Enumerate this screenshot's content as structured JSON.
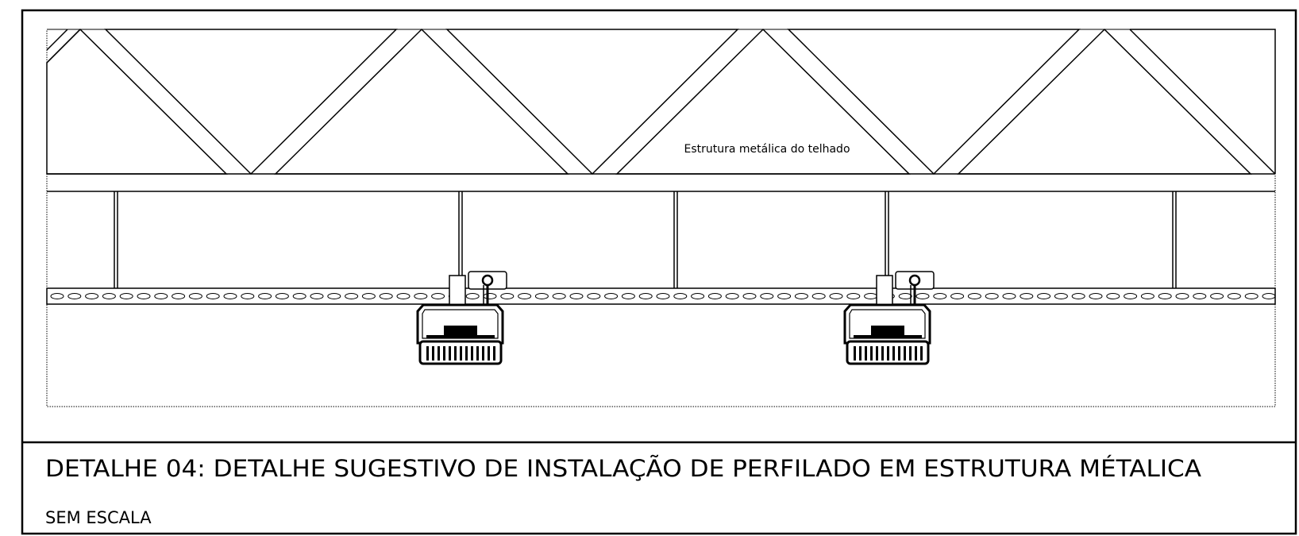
{
  "drawing": {
    "structure_label": "Estrutura metálica do telhado",
    "detail_title": "DETALHE 04: DETALHE SUGESTIVO DE INSTALAÇÃO DE PERFILADO EM ESTRUTURA MÉTALICA",
    "scale_note": "SEM ESCALA"
  },
  "colors": {
    "line": "#000000",
    "background": "#ffffff"
  },
  "luminaires": [
    {
      "name": "luminaire-left"
    },
    {
      "name": "luminaire-right"
    }
  ]
}
